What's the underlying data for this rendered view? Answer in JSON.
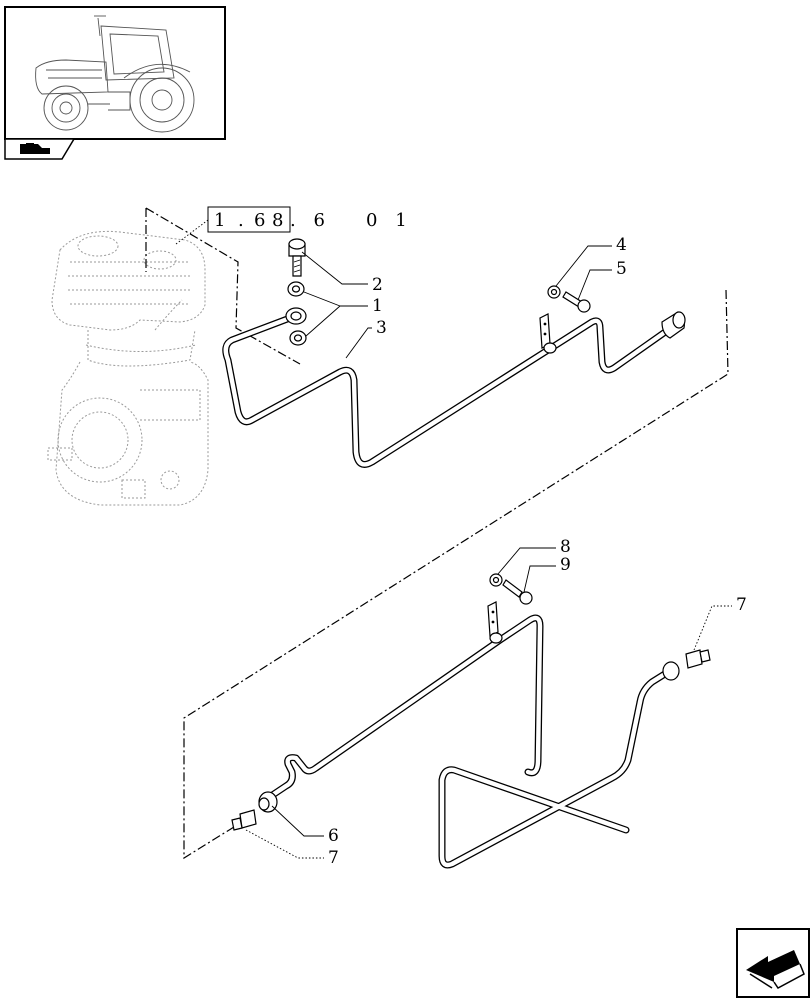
{
  "reference": {
    "boxed_digits": [
      "1",
      "6",
      "8"
    ],
    "suffix": ". 6   0 1",
    "prefix_dot": "."
  },
  "callouts": {
    "c1": "1",
    "c2": "2",
    "c3": "3",
    "c4": "4",
    "c5": "5",
    "c6": "6",
    "c7a": "7",
    "c7b": "7",
    "c8": "8",
    "c9": "9"
  },
  "icons": {
    "thumbnail": "tractor-thumbnail",
    "section_badge": "tractor-section-badge-icon",
    "nav": "next-page-arrow-icon"
  }
}
